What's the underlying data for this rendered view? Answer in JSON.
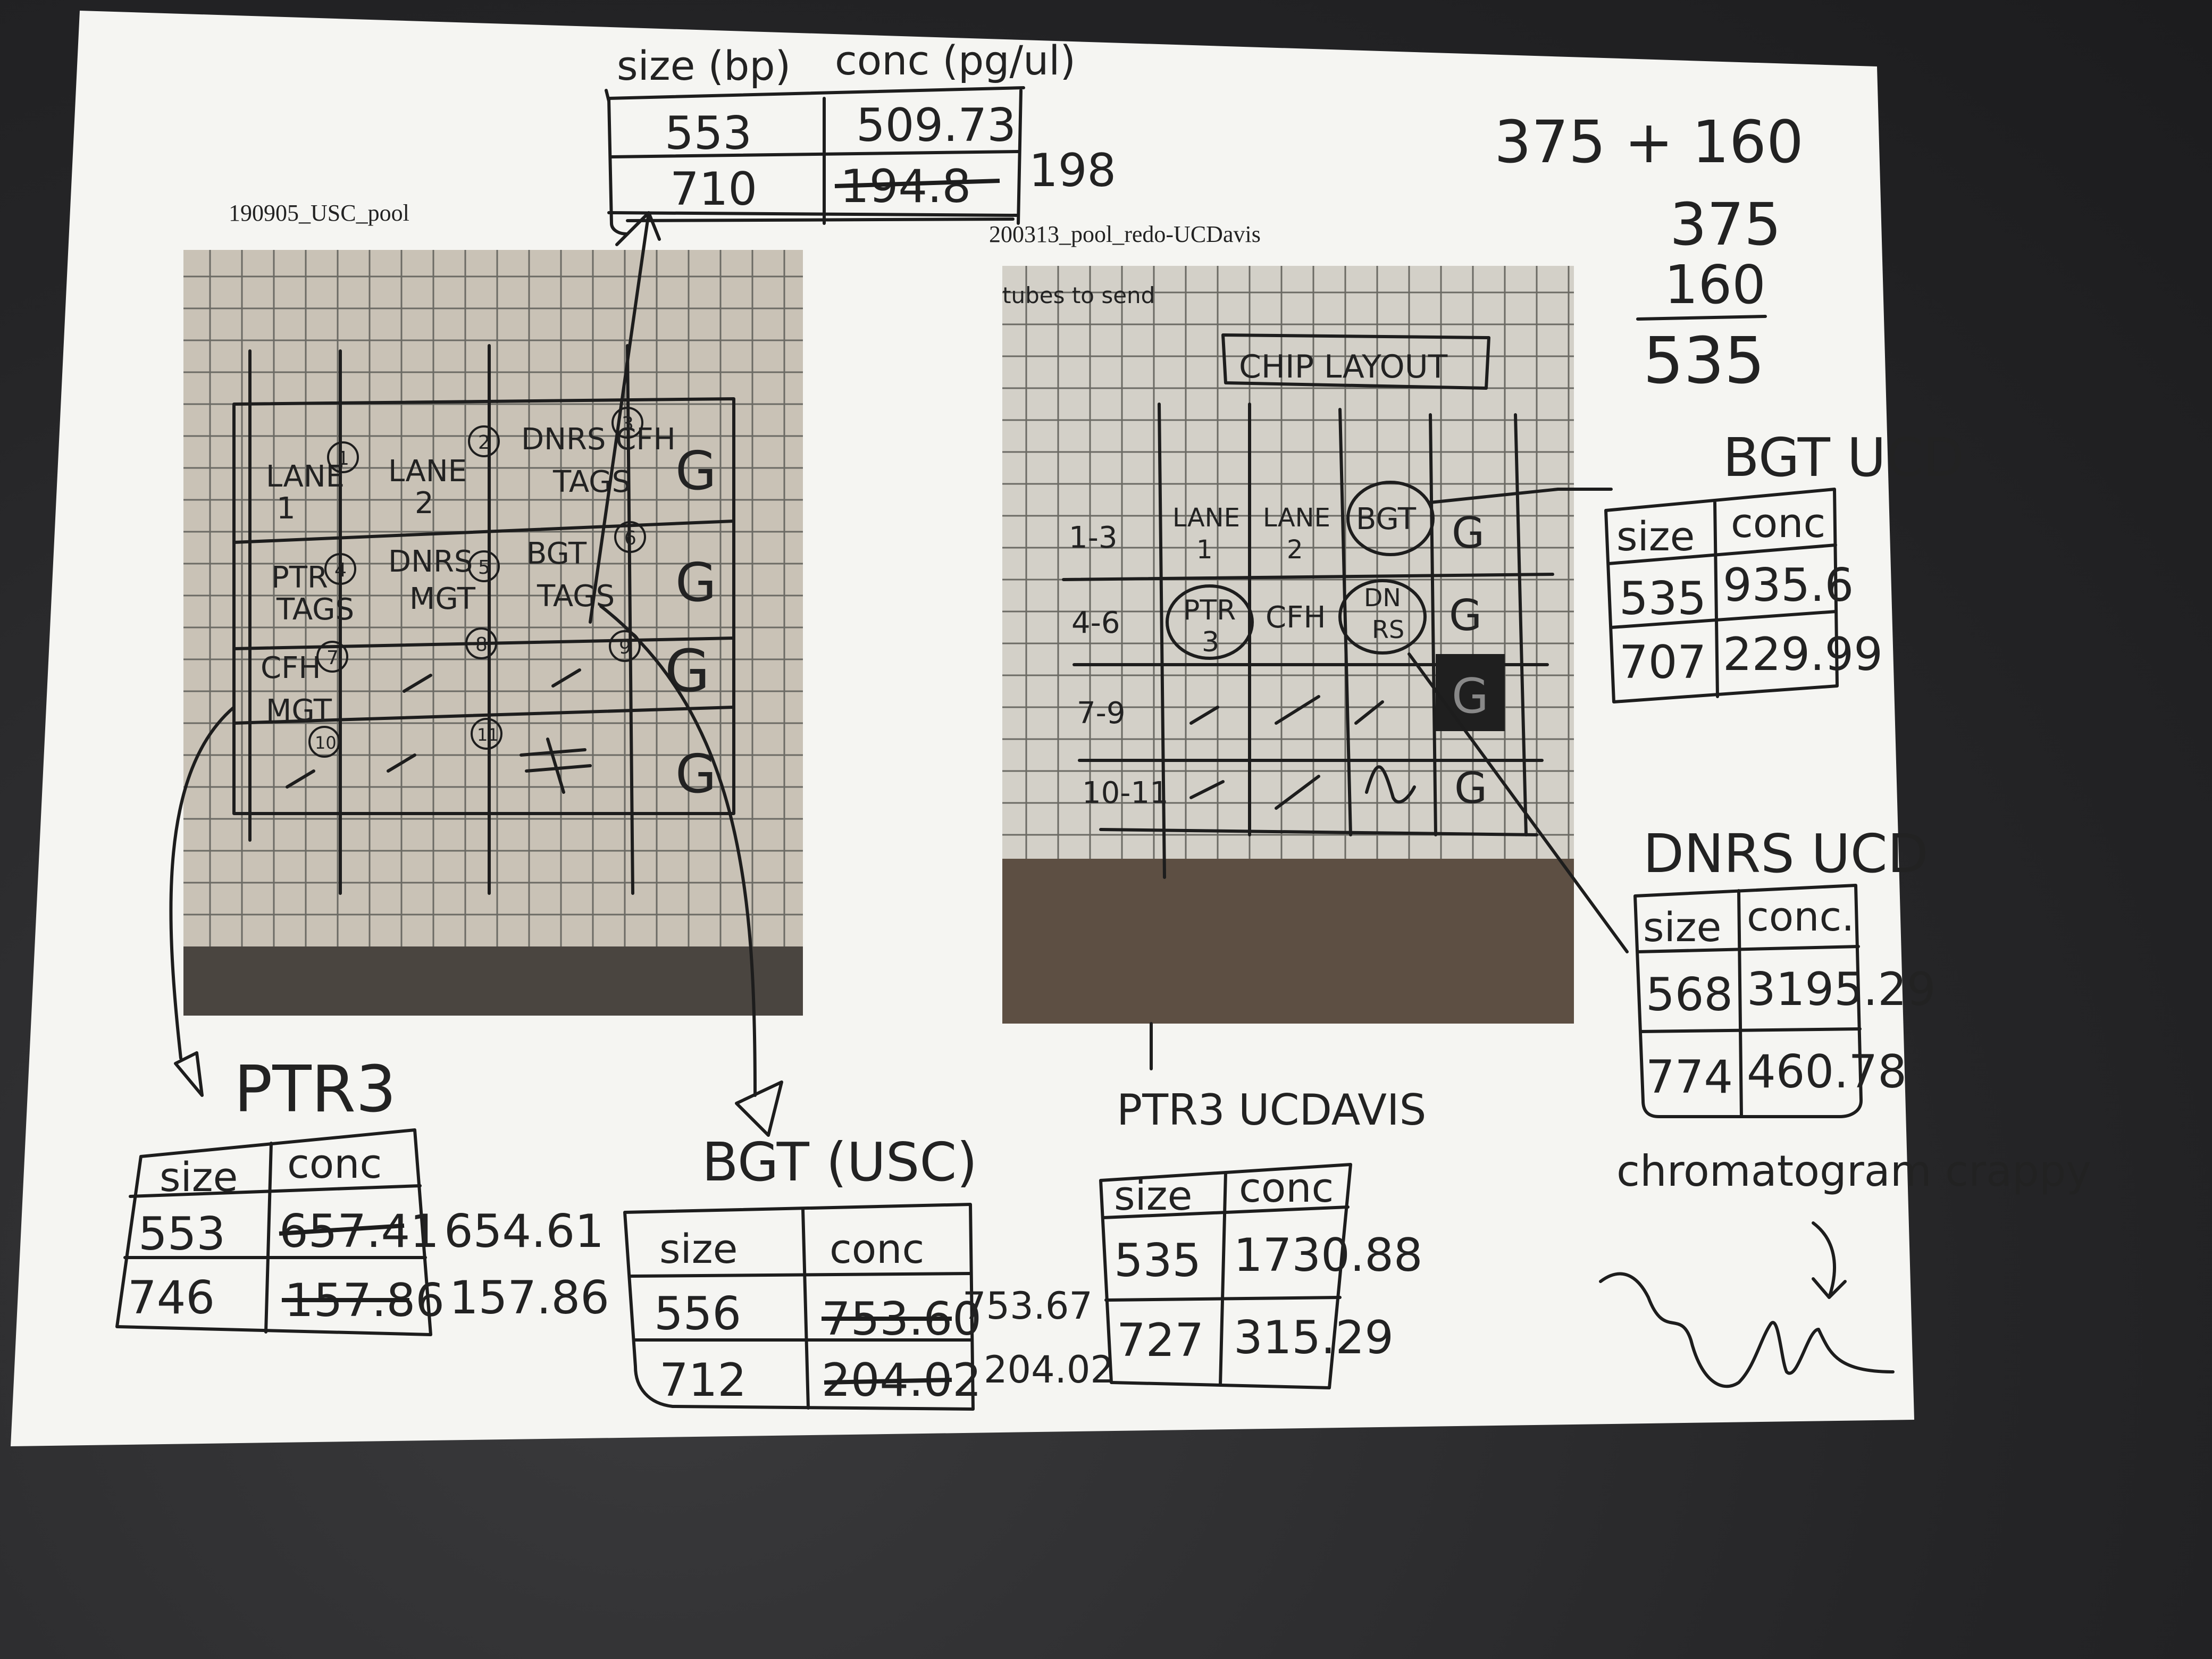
{
  "photos": {
    "left": {
      "caption": "190905_USC_pool",
      "cells": [
        [
          "LANE 1",
          "LANE 2",
          "DNRS CFH TAGS",
          "G"
        ],
        [
          "PTR TAGS",
          "DNRS MGT",
          "BGT TAGS",
          "G"
        ],
        [
          "CFH MGT",
          "",
          "",
          "G"
        ],
        [
          "",
          "",
          "",
          "G"
        ]
      ],
      "numbers": [
        "1",
        "2",
        "3",
        "4",
        "5",
        "6",
        "7",
        "8",
        "9",
        "10",
        "11"
      ]
    },
    "right": {
      "caption": "200313_pool_redo-UCDavis",
      "header_note": "tubes to send",
      "title": "CHIP LAYOUT",
      "row_labels": [
        "1-3",
        "4-6",
        "7-9",
        "10-11"
      ],
      "cells": [
        [
          "LANE 1",
          "LANE 2",
          "BGT",
          "G"
        ],
        [
          "PTR 3",
          "CFH",
          "DN RS",
          "G"
        ],
        [
          "",
          "",
          "",
          "G"
        ],
        [
          "",
          "",
          "",
          "G"
        ]
      ]
    }
  },
  "tables": {
    "top": {
      "headers": [
        "size (bp)",
        "conc (pg/ul)"
      ],
      "rows": [
        [
          "553",
          "509.73"
        ],
        [
          "710",
          "194.8"
        ]
      ],
      "side_note": "198"
    },
    "ptr3": {
      "label": "PTR3",
      "headers": [
        "size",
        "conc"
      ],
      "rows": [
        [
          "553",
          "657.41"
        ],
        [
          "746",
          "157.86"
        ]
      ],
      "corrections": [
        "654.61",
        "157.86"
      ]
    },
    "bgt_usc": {
      "label": "BGT (USC)",
      "headers": [
        "size",
        "conc"
      ],
      "rows": [
        [
          "556",
          "753.60"
        ],
        [
          "712",
          "204.02"
        ]
      ],
      "corrections": [
        "753.67",
        "204.02"
      ]
    },
    "ptr3_ucdavis": {
      "label": "PTR3 UCDAVIS",
      "headers": [
        "size",
        "conc"
      ],
      "rows": [
        [
          "535",
          "1730.88"
        ],
        [
          "727",
          "315.29"
        ]
      ]
    },
    "bgt_ucd": {
      "label": "BGT UCD",
      "headers": [
        "size",
        "conc"
      ],
      "rows": [
        [
          "535",
          "935.6"
        ],
        [
          "707",
          "229.99"
        ]
      ]
    },
    "dnrs_ucd": {
      "label": "DNRS UCD",
      "headers": [
        "size",
        "conc."
      ],
      "rows": [
        [
          "568",
          "3195.29"
        ],
        [
          "774",
          "460.78"
        ]
      ]
    }
  },
  "math": {
    "line1": "375 + 160",
    "line2": "375",
    "line3": "160",
    "result": "535"
  },
  "chromatogram_note": "chromatogram crappy"
}
